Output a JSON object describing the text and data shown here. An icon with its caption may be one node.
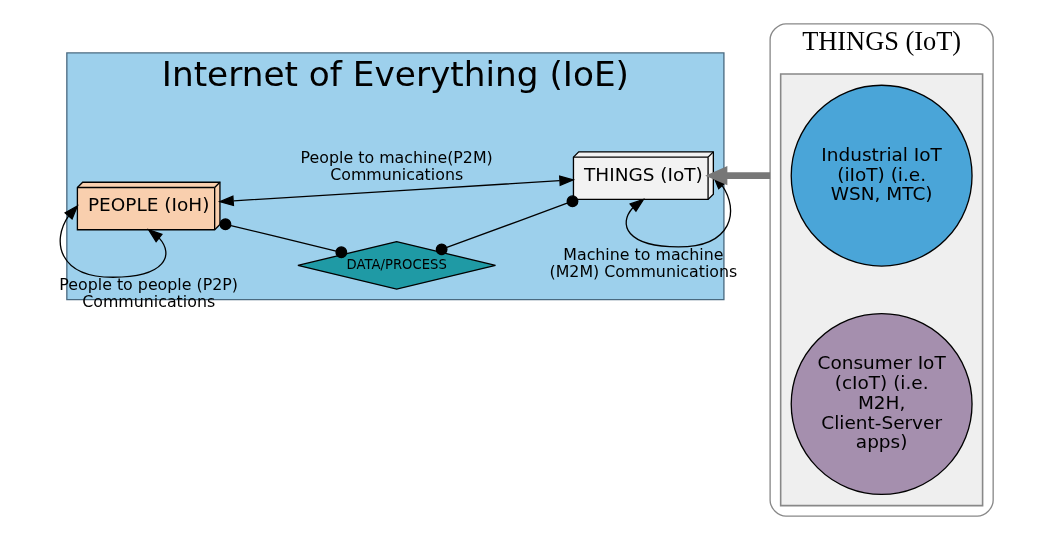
{
  "diagram": {
    "nodes": [
      {
        "text": [
          "Internet of Everything (IoE)"
        ]
      },
      {
        "text": [
          "PEOPLE (IoH)"
        ],
        "in": 0
      },
      {
        "text": [
          "DATA/PROCESS"
        ],
        "in": 0
      },
      {
        "text": [
          "THINGS (IoT)"
        ],
        "in": 0
      },
      {
        "text": [
          "THINGS (IoT)"
        ]
      },
      {
        "text": [],
        "shape": "box",
        "in": 4
      },
      {
        "text": [
          "Industrial IoT (iIoT) (i.e. WSN, MTC)"
        ],
        "in": 5
      },
      {
        "text": [
          "Consumer IoT (cIoT) (i.e. M2H, Client-Server apps)"
        ],
        "in": 5
      }
    ],
    "edges": [
      {
        "from": 1,
        "to": 3,
        "arrow": "both",
        "label": "People to machine(P2M) Communications"
      },
      {
        "from": 1,
        "to": 1,
        "arrow": "both",
        "label": "People to people (P2P) Communications"
      },
      {
        "from": 1,
        "to": 2,
        "arrow": "other"
      },
      {
        "from": 2,
        "to": 3,
        "arrow": "other"
      },
      {
        "from": 3,
        "to": 3,
        "arrow": "both",
        "label": "Machine to machine (M2M) Communications"
      },
      {
        "from": 4,
        "to": 3,
        "arrow": "to",
        "style": "thick",
        "color": "#777777"
      }
    ]
  }
}
